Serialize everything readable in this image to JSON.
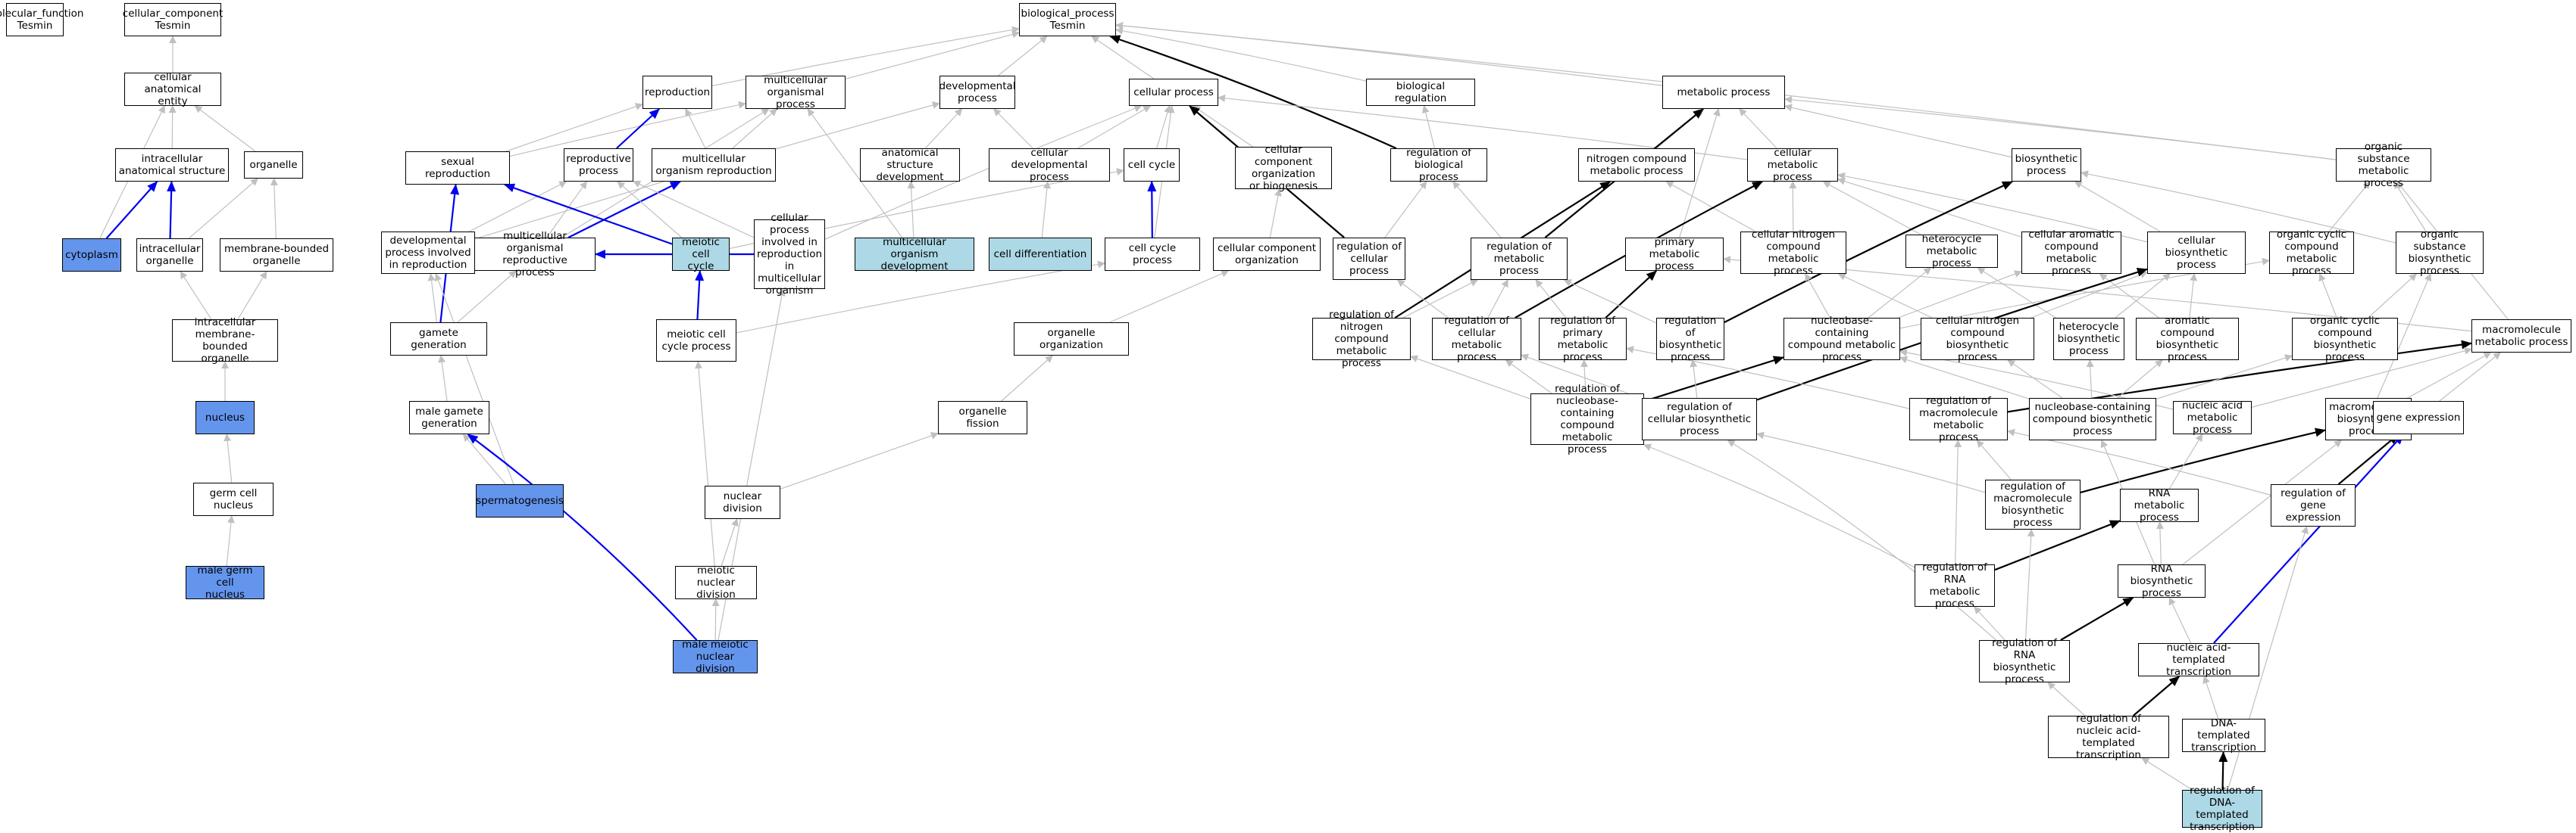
{
  "colors": {
    "light": "#add8e6",
    "blue": "#6495ed",
    "edge_gray": "#c0c0c0",
    "edge_black": "#000000",
    "edge_blue": "#0000ee"
  },
  "nodes": {
    "mf": "molecular_function\nTesmin",
    "cc": "cellular_component\nTesmin",
    "bp": "biological_process\nTesmin",
    "cae": "cellular anatomical\nentity",
    "ias": "intracellular\nanatomical structure",
    "organelle": "organelle",
    "cytoplasm": "cytoplasm",
    "io": "intracellular\norganelle",
    "mbo": "membrane-bounded\norganelle",
    "imbo": "intracellular\nmembrane-bounded\norganelle",
    "nucleus": "nucleus",
    "gcn": "germ cell nucleus",
    "mgcn": "male germ cell\nnucleus",
    "repro": "reproduction",
    "mop": "multicellular\norganismal process",
    "devp": "developmental\nprocess",
    "cp": "cellular process",
    "bioreg": "biological regulation",
    "mp": "metabolic process",
    "sexrep": "sexual reproduction",
    "repp": "reproductive\nprocess",
    "morep": "multicellular\norganism reproduction",
    "asd": "anatomical structure\ndevelopment",
    "cdp": "cellular developmental\nprocess",
    "cellcycle": "cell cycle",
    "ccob": "cellular component\norganization\nor biogenesis",
    "rbp": "regulation of\nbiological process",
    "ncmp": "nitrogen compound\nmetabolic process",
    "cmp": "cellular metabolic\nprocess",
    "biosyn": "biosynthetic\nprocess",
    "osmp": "organic substance\nmetabolic process",
    "dpir": "developmental\nprocess involved\nin reproduction",
    "morp": "multicellular\norganismal reproductive\nprocess",
    "mcc": "meiotic cell\ncycle",
    "cpimo": "cellular process\ninvolved in\nreproduction\nin multicellular\norganism",
    "mod": "multicellular\norganism development",
    "celldiff": "cell differentiation",
    "ccp": "cell cycle process",
    "cco": "cellular component\norganization",
    "rcp": "regulation of\ncellular process",
    "rmp": "regulation of\nmetabolic process",
    "pmp": "primary metabolic\nprocess",
    "cncmp": "cellular nitrogen\ncompound metabolic\nprocess",
    "hmp": "heterocycle\nmetabolic process",
    "cacmp": "cellular aromatic\ncompound metabolic\nprocess",
    "cbp": "cellular biosynthetic\nprocess",
    "occmp": "organic cyclic\ncompound metabolic\nprocess",
    "osbp": "organic substance\nbiosynthetic\nprocess",
    "gg": "gamete generation",
    "mccp": "meiotic cell\ncycle process",
    "oorg": "organelle organization",
    "rncmp": "regulation of\nnitrogen compound\nmetabolic process",
    "rcmp": "regulation of\ncellular metabolic\nprocess",
    "rpmp": "regulation of\nprimary metabolic\nprocess",
    "rbsp": "regulation of\nbiosynthetic\nprocess",
    "nbcmp": "nucleobase-containing\ncompound metabolic\nprocess",
    "cncbp": "cellular nitrogen\ncompound biosynthetic\nprocess",
    "hbp": "heterocycle\nbiosynthetic\nprocess",
    "acbp": "aromatic compound\nbiosynthetic\nprocess",
    "occbp": "organic cyclic\ncompound biosynthetic\nprocess",
    "mmp": "macromolecule\nmetabolic process",
    "mgg": "male gamete\ngeneration",
    "ofis": "organelle fission",
    "rnbcmp": "regulation of\nnucleobase-containing\ncompound metabolic\nprocess",
    "rcbp": "regulation of\ncellular biosynthetic\nprocess",
    "rmmp": "regulation of\nmacromolecule\nmetabolic process",
    "nbcbp": "nucleobase-containing\ncompound biosynthetic\nprocess",
    "namp": "nucleic acid\nmetabolic process",
    "mbp": "macromolecule\nbiosynthetic\nprocess",
    "ge": "gene expression",
    "spermato": "spermatogenesis",
    "nucdiv": "nuclear division",
    "rmbp": "regulation of\nmacromolecule\nbiosynthetic\nprocess",
    "rnamp": "RNA metabolic\nprocess",
    "rge": "regulation of\ngene expression",
    "mnd": "meiotic nuclear\ndivision",
    "rrnamp": "regulation of\nRNA metabolic\nprocess",
    "rnabp": "RNA biosynthetic\nprocess",
    "mmnd": "male meiotic\nnuclear division",
    "rrnabp": "regulation of\nRNA biosynthetic\nprocess",
    "natt": "nucleic acid-templated\ntranscription",
    "rnatt": "regulation of\nnucleic acid-templated\ntranscription",
    "dtt": "DNA-templated\ntranscription",
    "rdtt": "regulation of\nDNA-templated\ntranscription"
  },
  "edges": [
    [
      "cae",
      "cc",
      "g"
    ],
    [
      "ias",
      "cae",
      "g"
    ],
    [
      "organelle",
      "cae",
      "g"
    ],
    [
      "cytoplasm",
      "ias",
      "b"
    ],
    [
      "cytoplasm",
      "cae",
      "g"
    ],
    [
      "io",
      "ias",
      "b"
    ],
    [
      "io",
      "organelle",
      "g"
    ],
    [
      "mbo",
      "organelle",
      "g"
    ],
    [
      "imbo",
      "io",
      "g"
    ],
    [
      "imbo",
      "mbo",
      "g"
    ],
    [
      "nucleus",
      "imbo",
      "g"
    ],
    [
      "gcn",
      "nucleus",
      "g"
    ],
    [
      "mgcn",
      "gcn",
      "g"
    ],
    [
      "repro",
      "bp",
      "g"
    ],
    [
      "mop",
      "bp",
      "g"
    ],
    [
      "devp",
      "bp",
      "g"
    ],
    [
      "cp",
      "bp",
      "g"
    ],
    [
      "bioreg",
      "bp",
      "g"
    ],
    [
      "mp",
      "bp",
      "g"
    ],
    [
      "rbp",
      "bp",
      "k"
    ],
    [
      "osmp",
      "bp",
      "g"
    ],
    [
      "sexrep",
      "repro",
      "g"
    ],
    [
      "sexrep",
      "mop",
      "g"
    ],
    [
      "repp",
      "repro",
      "b"
    ],
    [
      "morep",
      "repro",
      "g"
    ],
    [
      "morep",
      "mop",
      "g"
    ],
    [
      "asd",
      "devp",
      "g"
    ],
    [
      "cdp",
      "devp",
      "g"
    ],
    [
      "cdp",
      "cp",
      "g"
    ],
    [
      "cellcycle",
      "cp",
      "g"
    ],
    [
      "ccob",
      "cp",
      "g"
    ],
    [
      "rbp",
      "bioreg",
      "g"
    ],
    [
      "ncmp",
      "mp",
      "g"
    ],
    [
      "cmp",
      "mp",
      "g"
    ],
    [
      "cmp",
      "cp",
      "g"
    ],
    [
      "biosyn",
      "mp",
      "g"
    ],
    [
      "osmp",
      "mp",
      "g"
    ],
    [
      "dpir",
      "repp",
      "g"
    ],
    [
      "dpir",
      "devp",
      "g"
    ],
    [
      "morp",
      "repp",
      "g"
    ],
    [
      "morp",
      "morep",
      "b"
    ],
    [
      "morp",
      "mop",
      "g"
    ],
    [
      "mcc",
      "sexrep",
      "b"
    ],
    [
      "mcc",
      "cellcycle",
      "g"
    ],
    [
      "mcc",
      "repp",
      "g"
    ],
    [
      "cpimo",
      "morp",
      "b"
    ],
    [
      "cpimo",
      "cp",
      "g"
    ],
    [
      "cpimo",
      "repp",
      "g"
    ],
    [
      "mod",
      "asd",
      "g"
    ],
    [
      "mod",
      "mop",
      "g"
    ],
    [
      "celldiff",
      "cdp",
      "g"
    ],
    [
      "ccp",
      "cellcycle",
      "b"
    ],
    [
      "ccp",
      "cp",
      "g"
    ],
    [
      "cco",
      "ccob",
      "g"
    ],
    [
      "rcp",
      "rbp",
      "g"
    ],
    [
      "rcp",
      "cp",
      "k"
    ],
    [
      "rmp",
      "rbp",
      "g"
    ],
    [
      "rmp",
      "mp",
      "k"
    ],
    [
      "pmp",
      "mp",
      "g"
    ],
    [
      "cncmp",
      "ncmp",
      "g"
    ],
    [
      "cncmp",
      "cmp",
      "g"
    ],
    [
      "hmp",
      "cmp",
      "g"
    ],
    [
      "cacmp",
      "cmp",
      "g"
    ],
    [
      "cbp",
      "biosyn",
      "g"
    ],
    [
      "cbp",
      "cmp",
      "g"
    ],
    [
      "occmp",
      "osmp",
      "g"
    ],
    [
      "osbp",
      "osmp",
      "g"
    ],
    [
      "osbp",
      "biosyn",
      "g"
    ],
    [
      "gg",
      "dpir",
      "g"
    ],
    [
      "gg",
      "sexrep",
      "b"
    ],
    [
      "gg",
      "morp",
      "g"
    ],
    [
      "mccp",
      "mcc",
      "b"
    ],
    [
      "mccp",
      "ccp",
      "g"
    ],
    [
      "oorg",
      "cco",
      "g"
    ],
    [
      "rncmp",
      "rmp",
      "g"
    ],
    [
      "rncmp",
      "ncmp",
      "k"
    ],
    [
      "rcmp",
      "rmp",
      "g"
    ],
    [
      "rcmp",
      "rcp",
      "g"
    ],
    [
      "rcmp",
      "cmp",
      "k"
    ],
    [
      "rpmp",
      "rmp",
      "g"
    ],
    [
      "rpmp",
      "pmp",
      "k"
    ],
    [
      "rbsp",
      "rmp",
      "g"
    ],
    [
      "rbsp",
      "biosyn",
      "k"
    ],
    [
      "nbcmp",
      "cncmp",
      "g"
    ],
    [
      "nbcmp",
      "hmp",
      "g"
    ],
    [
      "nbcmp",
      "cacmp",
      "g"
    ],
    [
      "nbcmp",
      "occmp",
      "g"
    ],
    [
      "cncbp",
      "cncmp",
      "g"
    ],
    [
      "cncbp",
      "cbp",
      "g"
    ],
    [
      "hbp",
      "hmp",
      "g"
    ],
    [
      "hbp",
      "cbp",
      "g"
    ],
    [
      "acbp",
      "cacmp",
      "g"
    ],
    [
      "acbp",
      "cbp",
      "g"
    ],
    [
      "occbp",
      "occmp",
      "g"
    ],
    [
      "occbp",
      "osbp",
      "g"
    ],
    [
      "mmp",
      "osmp",
      "g"
    ],
    [
      "mmp",
      "pmp",
      "g"
    ],
    [
      "mgg",
      "gg",
      "g"
    ],
    [
      "ofis",
      "oorg",
      "g"
    ],
    [
      "rnbcmp",
      "rncmp",
      "g"
    ],
    [
      "rnbcmp",
      "rpmp",
      "g"
    ],
    [
      "rnbcmp",
      "rcmp",
      "g"
    ],
    [
      "rnbcmp",
      "nbcmp",
      "k"
    ],
    [
      "rcbp",
      "rbsp",
      "g"
    ],
    [
      "rcbp",
      "rcmp",
      "g"
    ],
    [
      "rcbp",
      "cbp",
      "k"
    ],
    [
      "rmmp",
      "rpmp",
      "g"
    ],
    [
      "rmmp",
      "mmp",
      "k"
    ],
    [
      "nbcbp",
      "nbcmp",
      "g"
    ],
    [
      "nbcbp",
      "hbp",
      "g"
    ],
    [
      "nbcbp",
      "acbp",
      "g"
    ],
    [
      "nbcbp",
      "cncbp",
      "g"
    ],
    [
      "nbcbp",
      "occbp",
      "g"
    ],
    [
      "namp",
      "nbcmp",
      "g"
    ],
    [
      "namp",
      "mmp",
      "g"
    ],
    [
      "mbp",
      "mmp",
      "g"
    ],
    [
      "mbp",
      "osbp",
      "g"
    ],
    [
      "ge",
      "mmp",
      "g"
    ],
    [
      "spermato",
      "mgg",
      "g"
    ],
    [
      "spermato",
      "dpir",
      "g"
    ],
    [
      "nucdiv",
      "ofis",
      "g"
    ],
    [
      "rmbp",
      "rmmp",
      "g"
    ],
    [
      "rmbp",
      "rcbp",
      "g"
    ],
    [
      "rmbp",
      "mbp",
      "k"
    ],
    [
      "rnamp",
      "namp",
      "g"
    ],
    [
      "rge",
      "rmmp",
      "g"
    ],
    [
      "rge",
      "ge",
      "k"
    ],
    [
      "mnd",
      "nucdiv",
      "g"
    ],
    [
      "mnd",
      "mccp",
      "g"
    ],
    [
      "rrnamp",
      "rmmp",
      "g"
    ],
    [
      "rrnamp",
      "rnbcmp",
      "g"
    ],
    [
      "rrnamp",
      "rnamp",
      "k"
    ],
    [
      "rnabp",
      "rnamp",
      "g"
    ],
    [
      "rnabp",
      "nbcbp",
      "g"
    ],
    [
      "rnabp",
      "mbp",
      "g"
    ],
    [
      "mmnd",
      "mnd",
      "g"
    ],
    [
      "mmnd",
      "mgg",
      "b"
    ],
    [
      "mmnd",
      "cpimo",
      "g"
    ],
    [
      "rrnabp",
      "rrnamp",
      "g"
    ],
    [
      "rrnabp",
      "rmbp",
      "g"
    ],
    [
      "rrnabp",
      "rcbp",
      "g"
    ],
    [
      "rrnabp",
      "rnabp",
      "k"
    ],
    [
      "natt",
      "rnabp",
      "g"
    ],
    [
      "natt",
      "ge",
      "b"
    ],
    [
      "rnatt",
      "rrnabp",
      "g"
    ],
    [
      "rnatt",
      "natt",
      "k"
    ],
    [
      "dtt",
      "natt",
      "g"
    ],
    [
      "rdtt",
      "rnatt",
      "g"
    ],
    [
      "rdtt",
      "dtt",
      "k"
    ],
    [
      "rdtt",
      "rge",
      "g"
    ]
  ]
}
